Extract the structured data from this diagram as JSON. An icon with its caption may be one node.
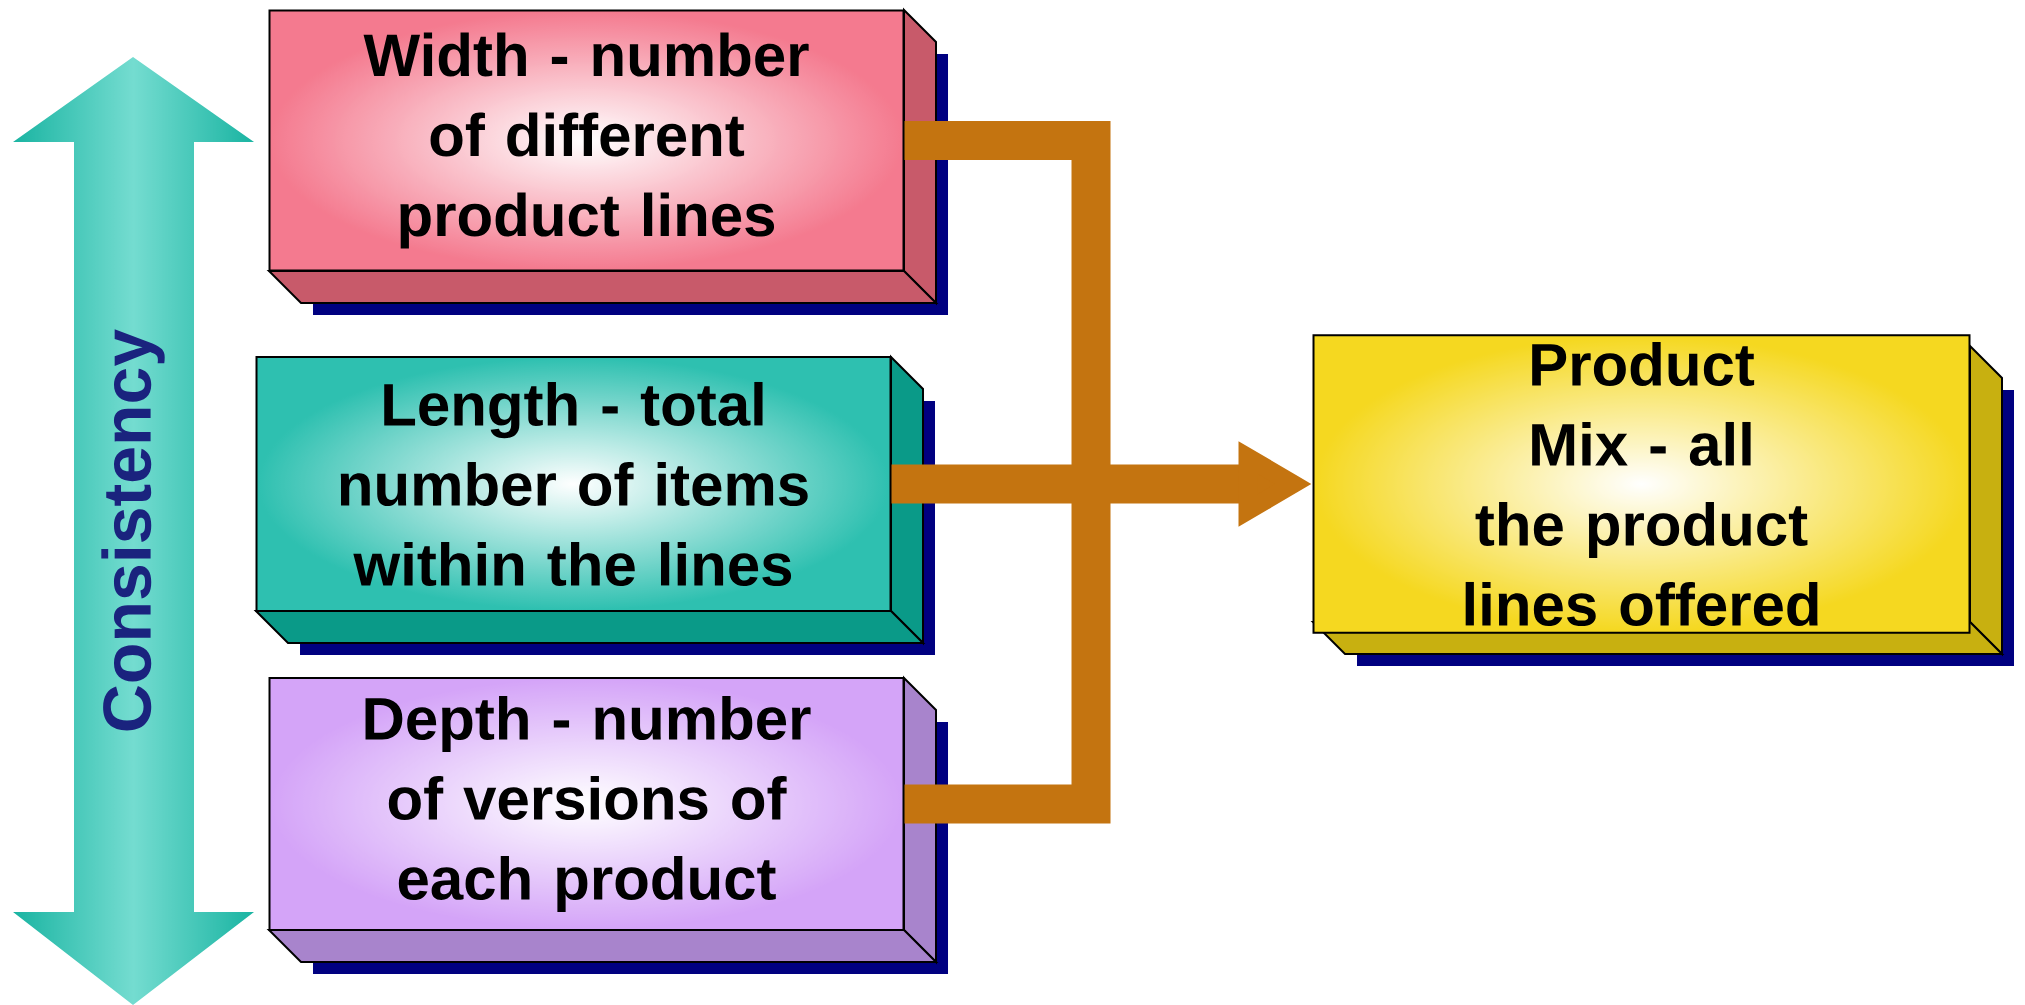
{
  "diagram": {
    "nodes": [
      {
        "text": [
          "Width - number of different product lines"
        ]
      },
      {
        "text": [
          "Length - total number of items within the lines"
        ]
      },
      {
        "text": [
          "Depth - number of versions of each product"
        ]
      },
      {
        "text": [
          "Product Mix - all the product lines offered"
        ]
      }
    ],
    "edges": [
      {
        "from": 0,
        "to": 3,
        "arrow": "to"
      },
      {
        "from": 1,
        "to": 3,
        "arrow": "to"
      },
      {
        "from": 2,
        "to": 3,
        "arrow": "to"
      }
    ],
    "labels": [
      "Consistency"
    ]
  }
}
